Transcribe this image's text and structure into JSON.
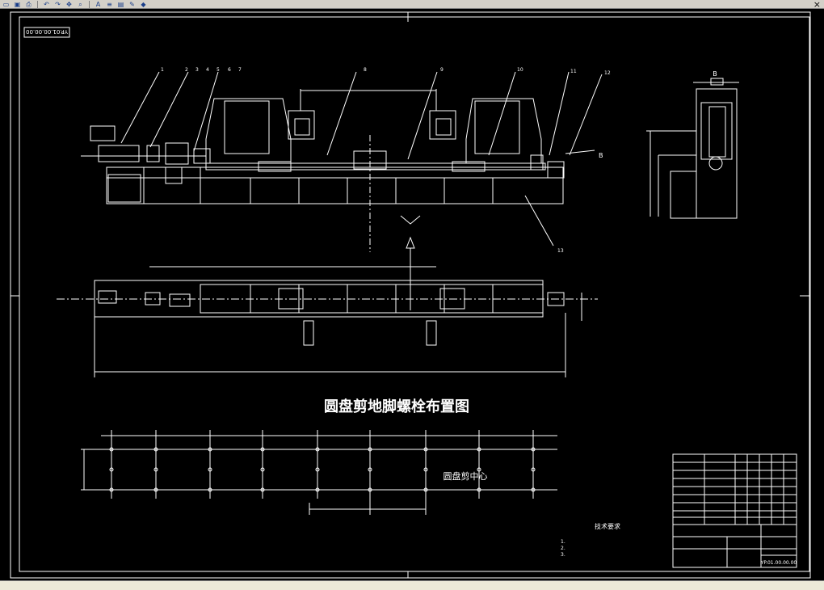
{
  "toolbar": {
    "buttons": [
      "open-icon",
      "save-icon",
      "print-icon",
      "undo-icon",
      "redo-icon",
      "pan-icon",
      "zoom-icon",
      "text-style-icon",
      "layer-icon",
      "properties-icon",
      "match-icon",
      "close-icon"
    ]
  },
  "drawing": {
    "title": "圆盘剪地脚螺栓布置图",
    "drawing_number_rotated": "YP.01.00.00.00",
    "label_center": "圆盘剪中心",
    "section_marker": "B",
    "section_title_top": "B",
    "tech_requirements_title": "技术要求",
    "tech_notes": [
      "1.",
      "2.",
      "3."
    ],
    "title_block_code": "YP.01.00.00.00",
    "part_numbers": [
      "1",
      "2",
      "3",
      "4",
      "5",
      "6",
      "7",
      "8",
      "9",
      "10",
      "11",
      "12",
      "13"
    ]
  },
  "colors": {
    "background": "#000000",
    "lines": "#ffffff",
    "toolbar": "#d4d0c8"
  }
}
